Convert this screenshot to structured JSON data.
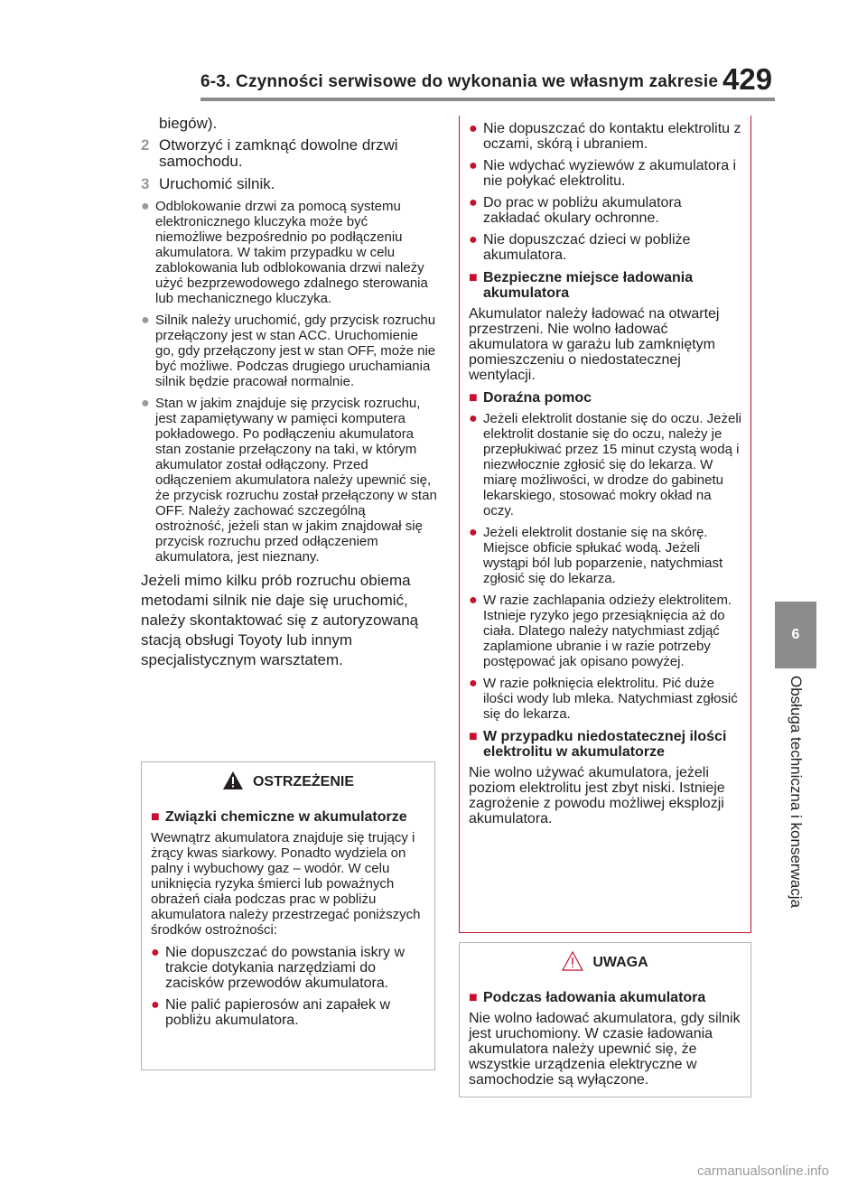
{
  "header": {
    "title": "6-3. Czynności serwisowe do wykonania we własnym zakresie",
    "page_number": "429"
  },
  "side": {
    "tab": "6",
    "label": "Obsługa techniczna i konserwacja"
  },
  "left": {
    "cont": "biegów).",
    "steps": [
      {
        "num": "2",
        "text": "Otworzyć i zamknąć dowolne drzwi samochodu."
      },
      {
        "num": "3",
        "text": "Uruchomić silnik."
      }
    ],
    "bullets": [
      "Odblokowanie drzwi za pomocą systemu elektronicznego kluczyka może być niemożliwe bezpośrednio po podłączeniu akumulatora. W takim przypadku w celu zablokowania lub odblokowania drzwi należy użyć bezprzewodowego zdalnego sterowania lub mechanicznego kluczyka.",
      "Silnik należy uruchomić, gdy przycisk rozruchu przełączony jest w stan ACC. Uruchomienie go, gdy przełączony jest w stan OFF, może nie być możliwe. Podczas drugiego uruchamiania silnik będzie pracował normalnie.",
      "Stan w jakim znajduje się przycisk rozruchu, jest zapamiętywany w pamięci komputera pokładowego. Po podłączeniu akumulatora stan zostanie przełączony na taki, w którym akumulator został odłączony. Przed odłączeniem akumulatora należy upewnić się, że przycisk rozruchu został przełączony w stan OFF. Należy zachować szczególną ostrożność, jeżeli stan w jakim znajdował się przycisk rozruchu przed odłączeniem akumulatora, jest nieznany."
    ],
    "para": "Jeżeli mimo kilku prób rozruchu obiema metodami silnik nie daje się uruchomić, należy skontaktować się z autoryzowaną stacją obsługi Toyoty lub innym specjalistycznym warsztatem."
  },
  "warning": {
    "title": "OSTRZEŻENIE",
    "section": "Związki chemiczne w akumulatorze",
    "intro": "Wewnątrz akumulatora znajduje się trujący i żrący kwas siarkowy. Ponadto wydziela on palny i wybuchowy gaz – wodór. W celu uniknięcia ryzyka śmierci lub poważnych obrażeń ciała podczas prac w pobliżu akumulatora należy przestrzegać poniższych środków ostrożności:",
    "items": [
      "Nie dopuszczać do powstania iskry w trakcie dotykania narzędziami do zacisków przewodów akumulatora.",
      "Nie palić papierosów ani zapałek w pobliżu akumulatora."
    ]
  },
  "right": {
    "items_top": [
      "Nie dopuszczać do kontaktu elektrolitu z oczami, skórą i ubraniem.",
      "Nie wdychać wyziewów z akumulatora i nie połykać elektrolitu.",
      "Do prac w pobliżu akumulatora zakładać okulary ochronne.",
      "Nie dopuszczać dzieci w pobliże akumulatora."
    ],
    "sec1_title": "Bezpieczne miejsce ładowania akumulatora",
    "sec1_text": "Akumulator należy ładować na otwartej przestrzeni. Nie wolno ładować akumulatora w garażu lub zamkniętym pomieszczeniu o niedostatecznej wentylacji.",
    "sec2_title": "Doraźna pomoc",
    "sec2_items": [
      "Jeżeli elektrolit dostanie się do oczu. Jeżeli elektrolit dostanie się do oczu, należy je przepłukiwać przez 15 minut czystą wodą i niezwłocznie zgłosić się do lekarza. W miarę możliwości, w drodze do gabinetu lekarskiego, stosować mokry okład na oczy.",
      "Jeżeli elektrolit dostanie się na skórę. Miejsce obficie spłukać wodą. Jeżeli wystąpi ból lub poparzenie, natychmiast zgłosić się do lekarza.",
      "W razie zachlapania odzieży elektrolitem. Istnieje ryzyko jego przesiąknięcia aż do ciała. Dlatego należy natychmiast zdjąć zaplamione ubranie i w razie potrzeby postępować jak opisano powyżej.",
      "W razie połknięcia elektrolitu. Pić duże ilości wody lub mleka. Natychmiast zgłosić się do lekarza."
    ],
    "sec3_title": "W przypadku niedostatecznej ilości elektrolitu w akumulatorze",
    "sec3_text": "Nie wolno używać akumulatora, jeżeli poziom elektrolitu jest zbyt niski. Istnieje zagrożenie z powodu możliwej eksplozji akumulatora."
  },
  "caution": {
    "title": "UWAGA",
    "section": "Podczas ładowania akumulatora",
    "text": "Nie wolno ładować akumulatora, gdy silnik jest uruchomiony. W czasie ładowania akumulatora należy upewnić się, że wszystkie urządzenia elektryczne w samochodzie są wyłączone."
  },
  "watermark": "carmanualsonline.info"
}
